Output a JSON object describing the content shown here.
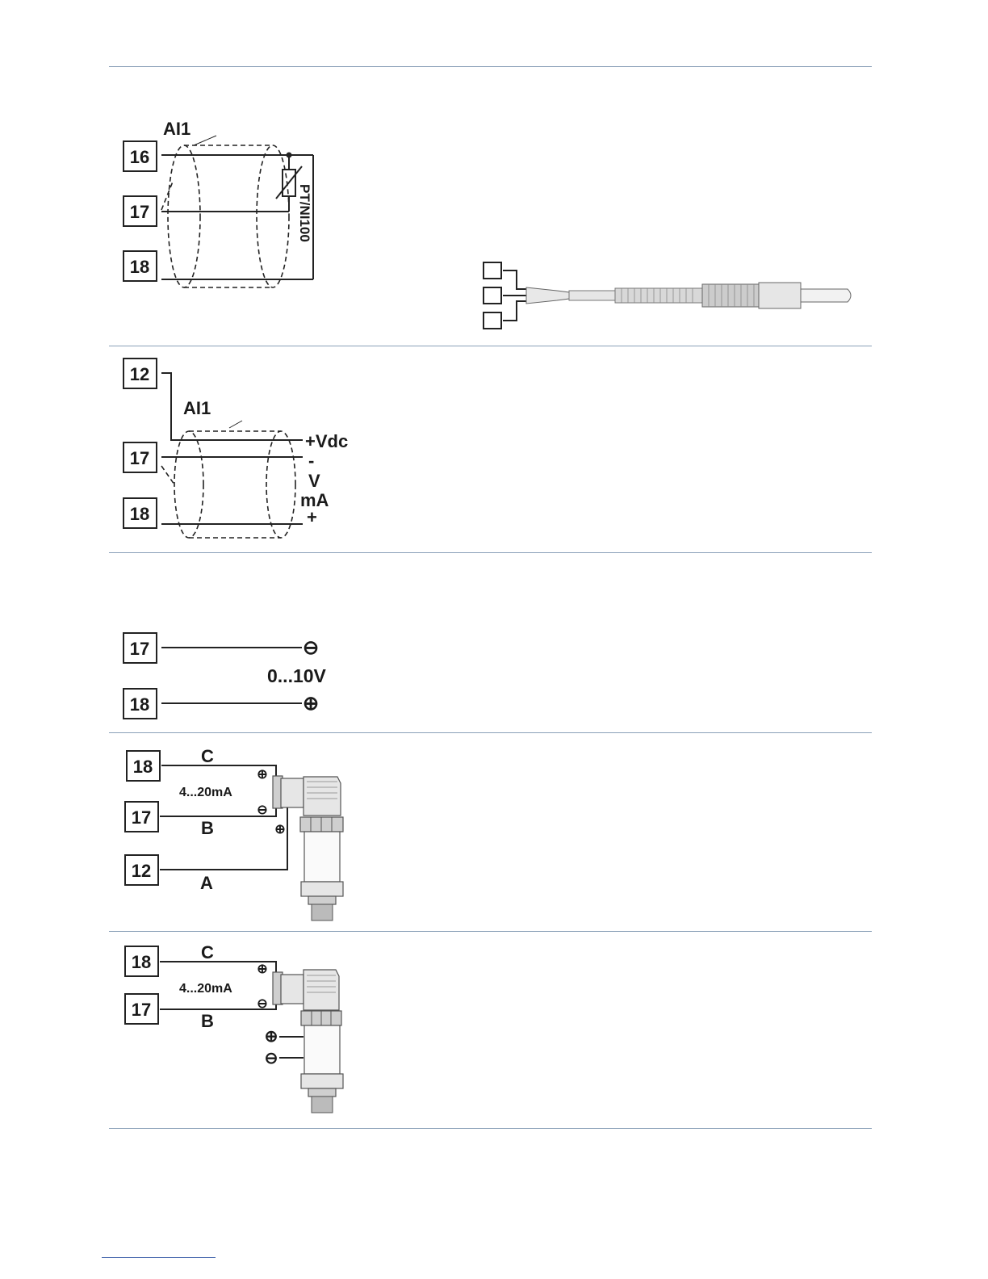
{
  "sections": [
    {
      "id": "rtd",
      "terminals": [
        "16",
        "17",
        "18"
      ],
      "input_label": "AI1",
      "sensor_label": "PT/NI100"
    },
    {
      "id": "voltage-current",
      "terminals": [
        "12",
        "17",
        "18"
      ],
      "input_label": "AI1",
      "supply_label": "+Vdc",
      "minus_label": "-",
      "v_label": "V",
      "ma_label": "mA",
      "plus_label": "+"
    },
    {
      "id": "zero-ten-volt",
      "terminals": [
        "17",
        "18"
      ],
      "range_label": "0...10V",
      "minus_symbol": "⊖",
      "plus_symbol": "⊕"
    },
    {
      "id": "three-wire-transmitter",
      "terminals": [
        "18",
        "17",
        "12"
      ],
      "wire_labels": [
        "C",
        "B",
        "A"
      ],
      "range_label": "4...20mA",
      "plus_symbol": "⊕",
      "minus_symbol": "⊖"
    },
    {
      "id": "two-wire-transmitter",
      "terminals": [
        "18",
        "17"
      ],
      "wire_labels": [
        "C",
        "B"
      ],
      "range_label": "4...20mA",
      "plus_symbol": "⊕",
      "minus_symbol": "⊖"
    }
  ]
}
